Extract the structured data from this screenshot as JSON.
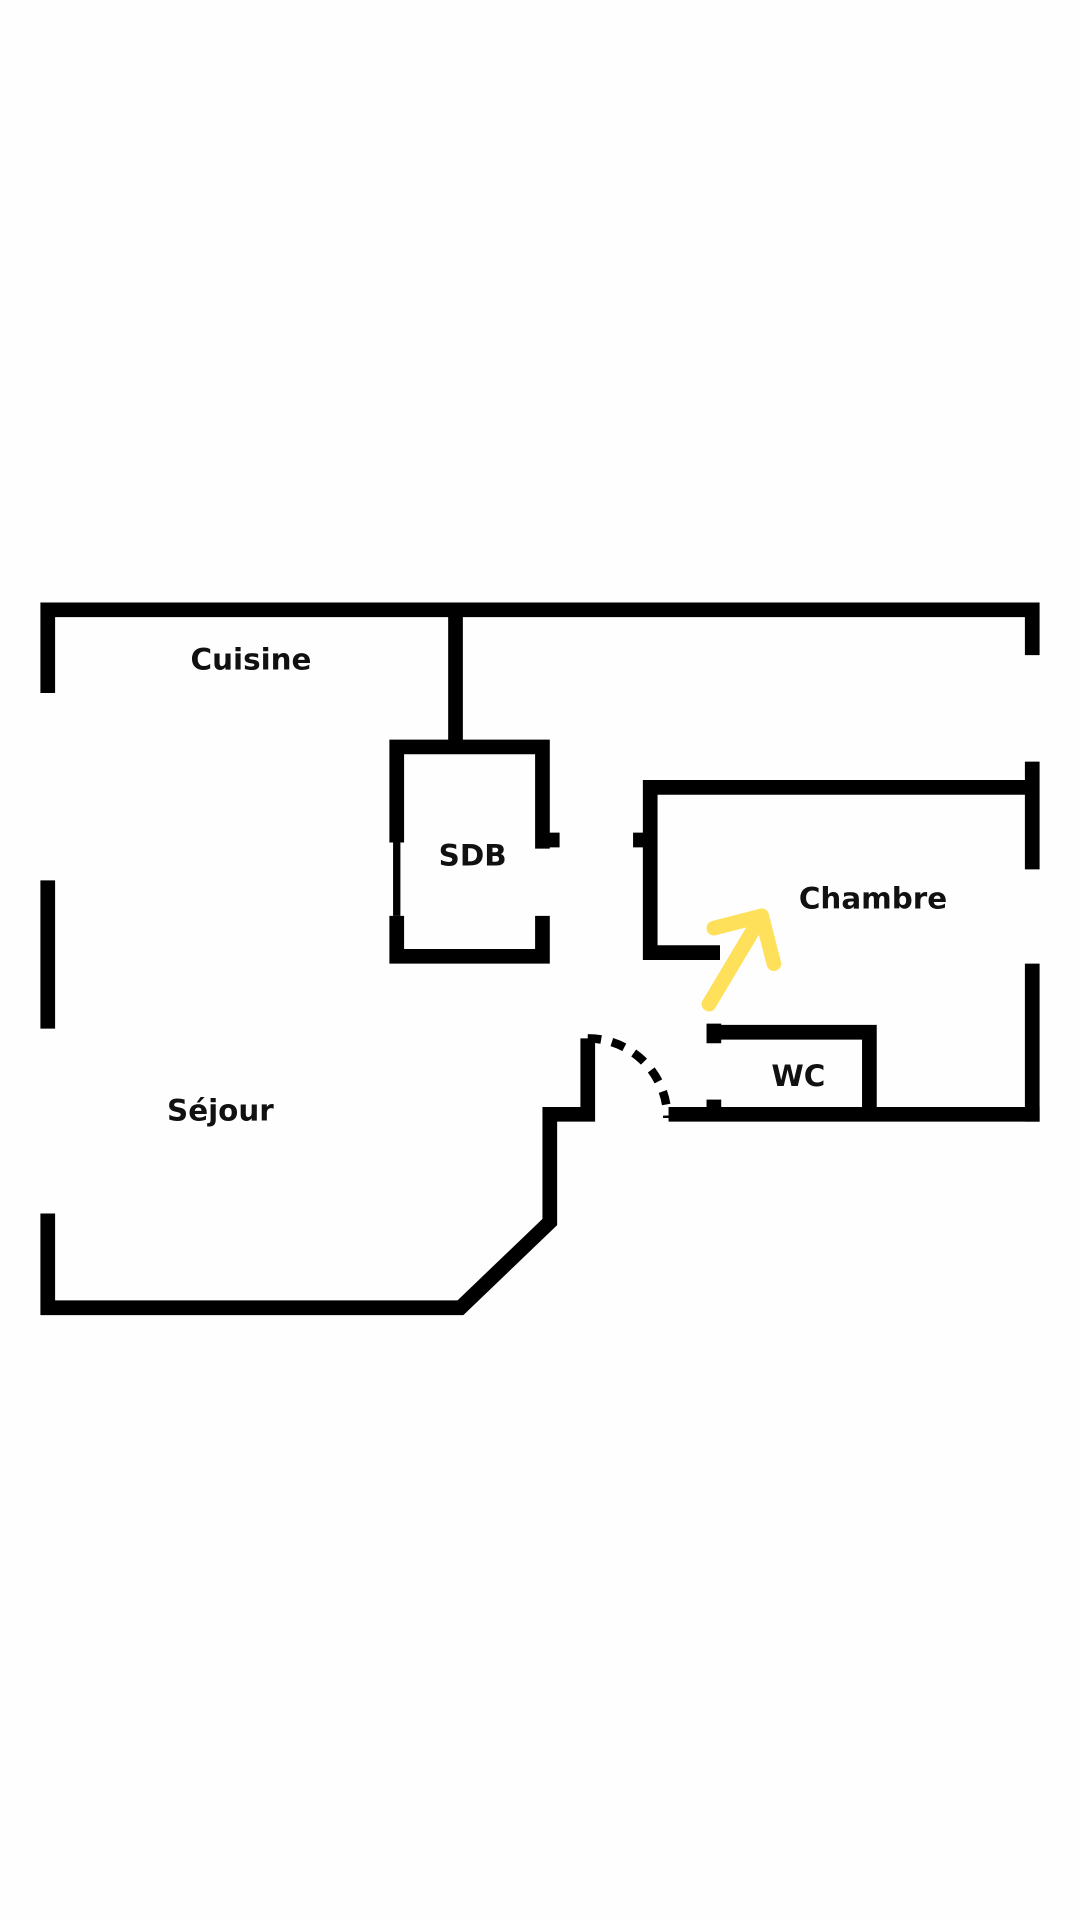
{
  "floor_plan": {
    "rooms": {
      "cuisine": "Cuisine",
      "sdb": "SDB",
      "chambre": "Chambre",
      "wc": "WC",
      "sejour": "Séjour"
    },
    "colors": {
      "wall": "#000000",
      "arrow": "#FFE05A",
      "background": "#FEFEFE"
    }
  }
}
